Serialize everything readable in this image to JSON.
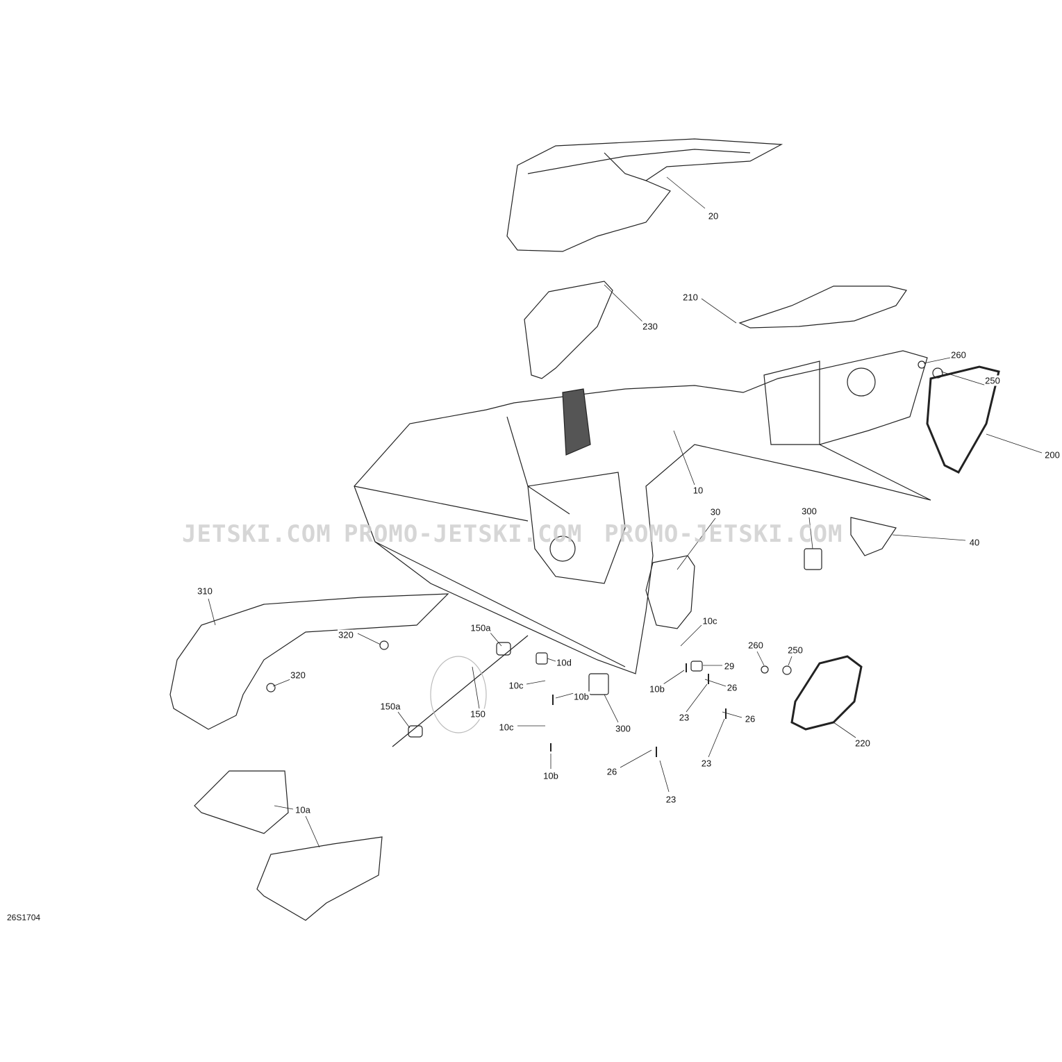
{
  "diagram_code": "26S1704",
  "watermarks": [
    "JETSKI.COM",
    "PROMO-JETSKI.COM",
    "PROMO-JETSKI.COM"
  ],
  "callouts": [
    "20",
    "210",
    "230",
    "260",
    "250",
    "200",
    "10",
    "300",
    "40",
    "30",
    "310",
    "320",
    "150a",
    "10d",
    "10c",
    "260",
    "250",
    "29",
    "10c",
    "10b",
    "26",
    "320",
    "10b",
    "300",
    "150a",
    "23",
    "26",
    "10c",
    "150",
    "220",
    "23",
    "10b",
    "26",
    "23",
    "10a"
  ]
}
